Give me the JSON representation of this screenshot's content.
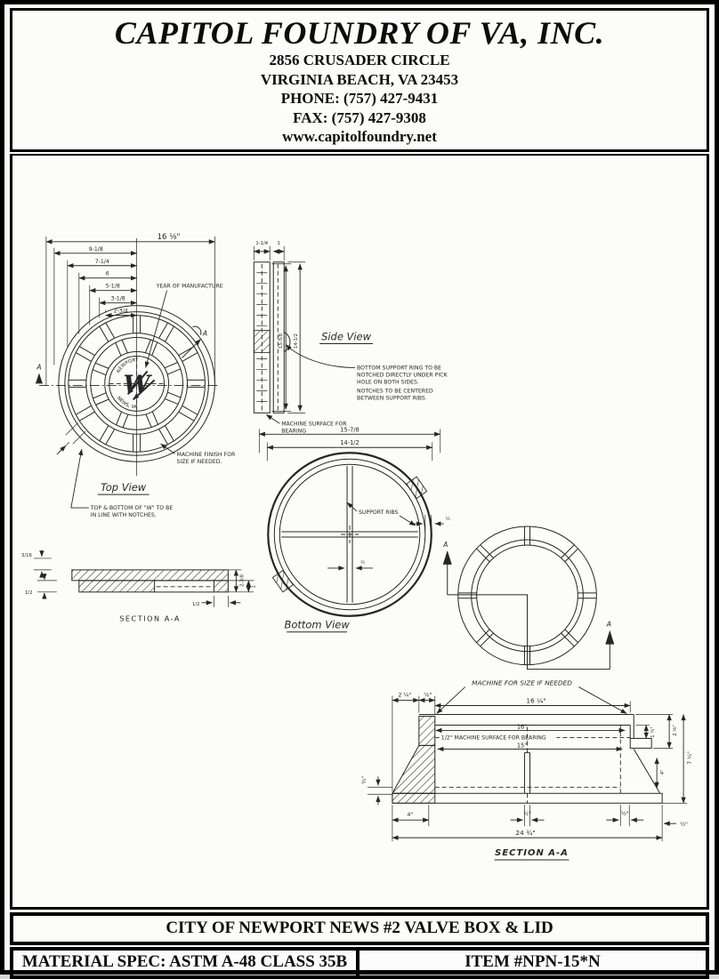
{
  "header": {
    "company": "CAPITOL FOUNDRY OF VA, INC.",
    "address_line1": "2856 CRUSADER CIRCLE",
    "address_line2": "VIRGINIA BEACH, VA 23453",
    "phone": "PHONE: (757) 427-9431",
    "fax": "FAX: (757) 427-9308",
    "website": "www.capitolfoundry.net"
  },
  "title_block": {
    "drawing_title": "CITY OF NEWPORT NEWS #2 VALVE BOX & LID",
    "material_spec": "MATERIAL SPEC:  ASTM A-48 CLASS 35B",
    "item_number": "ITEM #NPN-15*N"
  },
  "views": {
    "top_view": {
      "label": "Top View",
      "overall": "16 ⅛\"",
      "d1": "9-1/8",
      "d2": "7-1/4",
      "d3": "6",
      "d4": "5-1/8",
      "d5": "3-1/8",
      "d6": "2-3/4",
      "year_note": "YEAR OF MANUFACTURE",
      "machine_note1": "MACHINE FINISH FOR",
      "machine_note2": "SIZE IF NEEDED.",
      "w_note1": "TOP & BOTTOM OF \"W\" TO BE",
      "w_note2": "IN LINE WITH NOTCHES.",
      "center_letter": "W",
      "cast_top": "NEWPORT",
      "cast_bottom": "NEWS, VA",
      "section_a": "A"
    },
    "side_view": {
      "label": "Side View",
      "d_top1": "1-1/4",
      "d_top2": "1",
      "d_h1": "15-3/8",
      "d_h2": "14-1/2",
      "ring_note1": "BOTTOM SUPPORT RING TO BE",
      "ring_note2": "NOTCHED DIRECTLY UNDER PICK",
      "ring_note3": "HOLE ON BOTH SIDES.",
      "ring_note4": "NOTCHES TO BE CENTERED",
      "ring_note5": "BETWEEN SUPPORT RIBS.",
      "bearing_note1": "MACHINE SURFACE FOR",
      "bearing_note2": "BEARING"
    },
    "bottom_view": {
      "label": "Bottom View",
      "d_od": "15-7/8",
      "d_id": "14-1/2",
      "ribs_note": "SUPPORT RIBS",
      "d_rib": "½",
      "d_rim": "½"
    },
    "ring_view": {
      "section_a": "A"
    },
    "lid_section": {
      "label": "SECTION A-A",
      "d_316": "3/16",
      "d_half_left": "1/2",
      "d_half_bottom": "1/2",
      "d_238": "2-3/8",
      "d_one": "1"
    },
    "box_section": {
      "label": "SECTION A-A",
      "machine_note": "MACHINE FOR SIZE IF NEEDED",
      "bearing_note": "1/2\" MACHINE SURFACE FOR BEARING",
      "d_214": "2 ¼\"",
      "d_58": "⅝\"",
      "d_1614": "16 ¼\"",
      "d_16": "16\"",
      "d_15": "15\"",
      "d_34": "¾\"",
      "d_114": "1 ¼\"",
      "d_218": "2 ⅛\"",
      "d_4r": "4\"",
      "d_714": "7 ¼\"",
      "d_4b": "4\"",
      "d_half_c": "½\"",
      "d_half_r": "½\"",
      "d_half_e": "½\"",
      "d_2434": "24 ¾\""
    }
  }
}
